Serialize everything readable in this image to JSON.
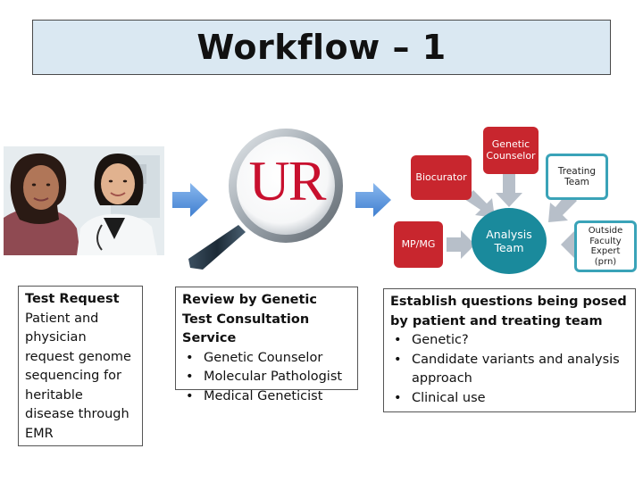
{
  "title": "Workflow – 1",
  "logo_text": "UR",
  "nodes": {
    "genetic_counselor": "Genetic Counselor",
    "biocurator": "Biocurator",
    "treating_team": "Treating Team",
    "mpmg": "MP/MG",
    "analysis_team": "Analysis Team",
    "outside_expert": "Outside Faculty Expert (prn)"
  },
  "box1": {
    "heading": "Test Request",
    "body": "Patient and physician request genome sequencing for heritable disease through EMR"
  },
  "box2": {
    "heading": "Review by Genetic Test Consultation Service",
    "bullets": [
      "Genetic Counselor",
      "Molecular Pathologist",
      "Medical Geneticist"
    ]
  },
  "box3": {
    "heading": "Establish questions being posed by patient and treating team",
    "bullets": [
      "Genetic?",
      "Candidate variants and analysis approach",
      "Clinical use"
    ]
  },
  "colors": {
    "title_bg": "#dae8f2",
    "node_red": "#c8262e",
    "node_teal_border": "#3aa3b8",
    "analysis_team": "#1a8a9c",
    "arrow_blue": "#4f8fd8",
    "arrow_gray": "#b7bfc9",
    "logo_red": "#c8102e"
  },
  "icons": {
    "photo": "two-women-clinicians-photo",
    "magnifier": "magnifying-glass-icon",
    "arrows": "right-arrow-icon"
  }
}
